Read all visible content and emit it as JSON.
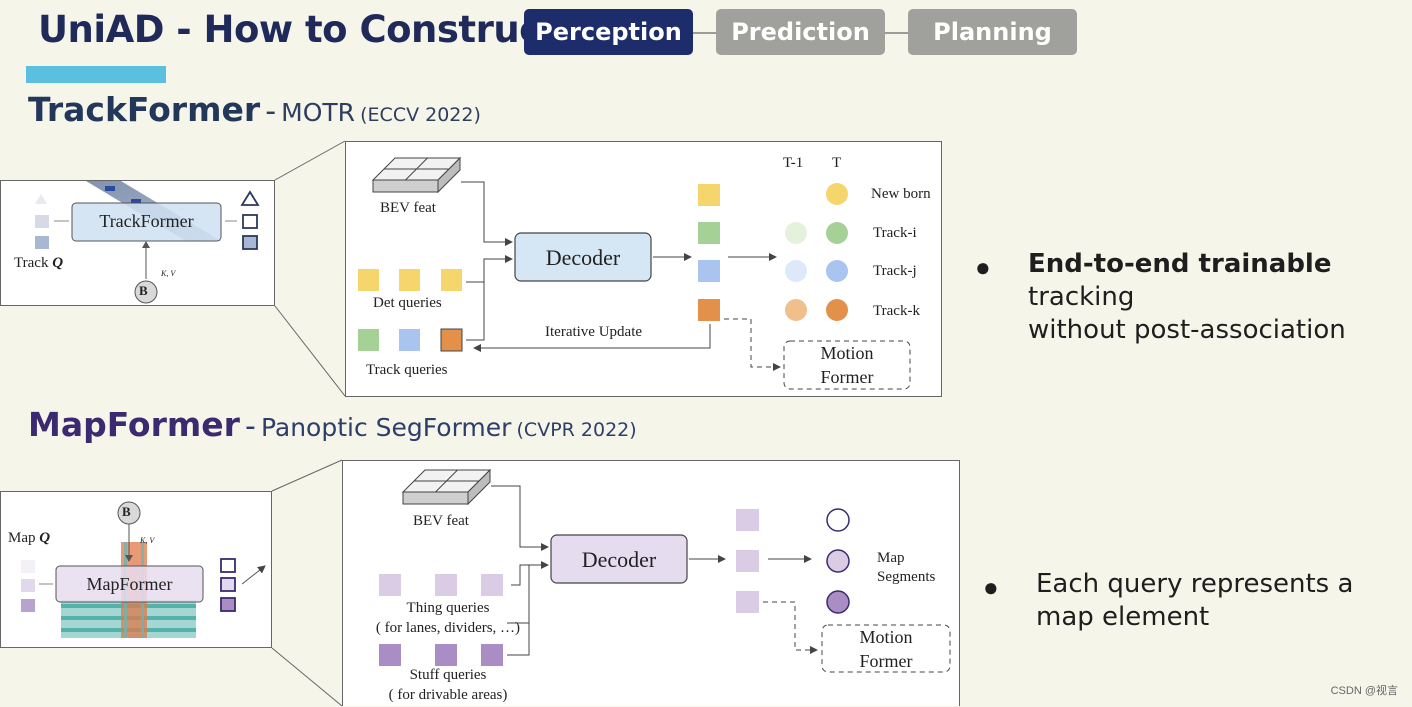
{
  "header": {
    "title": "UniAD - How to Construct?",
    "tabs": [
      {
        "label": "Perception",
        "active": true
      },
      {
        "label": "Prediction",
        "active": false
      },
      {
        "label": "Planning",
        "active": false
      }
    ]
  },
  "trackformer": {
    "name": "TrackFormer",
    "separator": "-",
    "base_model": "MOTR",
    "venue": "(ECCV 2022)",
    "overview": {
      "module_label": "TrackFormer",
      "query_label": "Track",
      "query_symbol": "Q",
      "bev_symbol": "B",
      "kv_label": "K, V"
    },
    "detail": {
      "bev_label": "BEV feat",
      "decoder_label": "Decoder",
      "det_queries_label": "Det queries",
      "track_queries_label": "Track queries",
      "iterative_update_label": "Iterative Update",
      "col_prev": "T-1",
      "col_curr": "T",
      "rows": [
        "New born",
        "Track-i",
        "Track-j",
        "Track-k"
      ],
      "motion_former_line1": "Motion",
      "motion_former_line2": "Former"
    },
    "bullet": {
      "bold": "End-to-end trainable",
      "rest_line1": " tracking",
      "line2": "without post-association"
    }
  },
  "mapformer": {
    "name": "MapFormer",
    "separator": "-",
    "base_model": "Panoptic SegFormer",
    "venue": "(CVPR 2022)",
    "overview": {
      "module_label": "MapFormer",
      "query_label": "Map",
      "query_symbol": "Q",
      "bev_symbol": "B",
      "kv_label": "K, V"
    },
    "detail": {
      "bev_label": "BEV feat",
      "decoder_label": "Decoder",
      "thing_queries_label": "Thing queries",
      "thing_queries_note": "( for lanes, dividers, …)",
      "stuff_queries_label": "Stuff queries",
      "stuff_queries_note": "( for drivable areas)",
      "segments_line1": "Map",
      "segments_line2": "Segments",
      "motion_former_line1": "Motion",
      "motion_former_line2": "Former"
    },
    "bullet": {
      "line1": "Each query represents a",
      "line2": "map element"
    }
  },
  "colors": {
    "title": "#1f2a5a",
    "accent_bar": "#5bc0e0",
    "active_tab": "#1d2d6b",
    "inactive_tab": "#a0a09d",
    "new_born": "#f7d56d",
    "track_i": "#a6d196",
    "track_j": "#a9c4ef",
    "track_k": "#e2904a",
    "map_query": "#d9cce4",
    "map_stuff": "#a98dc4"
  },
  "watermark": "CSDN @视言"
}
